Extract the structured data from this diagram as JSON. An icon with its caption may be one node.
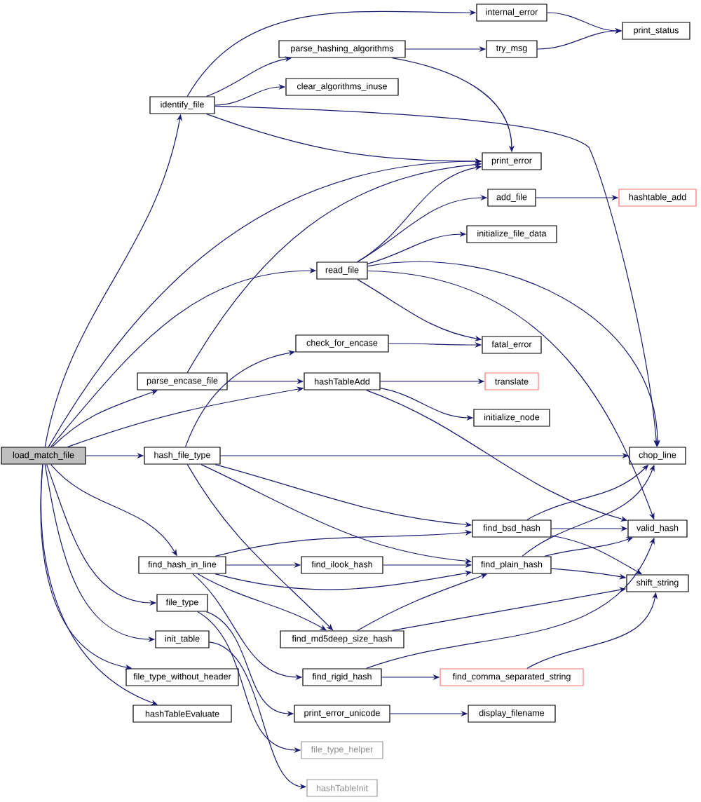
{
  "diagram": {
    "nodes": [
      {
        "text": [
          "load_match_file"
        ]
      },
      {
        "text": [
          "identify_file"
        ]
      },
      {
        "text": [
          "internal_error"
        ]
      },
      {
        "text": [
          "print_status"
        ]
      },
      {
        "text": [
          "parse_hashing_algorithms"
        ]
      },
      {
        "text": [
          "try_msg"
        ]
      },
      {
        "text": [
          "clear_algorithms_inuse"
        ]
      },
      {
        "text": [
          "print_error"
        ]
      },
      {
        "text": [
          "add_file"
        ]
      },
      {
        "text": [
          "hashtable_add"
        ]
      },
      {
        "text": [
          "initialize_file_data"
        ]
      },
      {
        "text": [
          "read_file"
        ]
      },
      {
        "text": [
          "check_for_encase"
        ]
      },
      {
        "text": [
          "fatal_error"
        ]
      },
      {
        "text": [
          "parse_encase_file"
        ]
      },
      {
        "text": [
          "hashTableAdd"
        ]
      },
      {
        "text": [
          "translate"
        ]
      },
      {
        "text": [
          "initialize_node"
        ]
      },
      {
        "text": [
          "hash_file_type"
        ]
      },
      {
        "text": [
          "chop_line"
        ]
      },
      {
        "text": [
          "find_bsd_hash"
        ]
      },
      {
        "text": [
          "valid_hash"
        ]
      },
      {
        "text": [
          "find_hash_in_line"
        ]
      },
      {
        "text": [
          "find_ilook_hash"
        ]
      },
      {
        "text": [
          "find_plain_hash"
        ]
      },
      {
        "text": [
          "shift_string"
        ]
      },
      {
        "text": [
          "file_type"
        ]
      },
      {
        "text": [
          "init_table"
        ]
      },
      {
        "text": [
          "find_md5deep_size_hash"
        ]
      },
      {
        "text": [
          "file_type_without_header"
        ]
      },
      {
        "text": [
          "find_rigid_hash"
        ]
      },
      {
        "text": [
          "find_comma_separated_string"
        ]
      },
      {
        "text": [
          "hashTableEvaluate"
        ]
      },
      {
        "text": [
          "print_error_unicode"
        ]
      },
      {
        "text": [
          "display_filename"
        ]
      },
      {
        "text": [
          "file_type_helper"
        ]
      },
      {
        "text": [
          "hashTableInit"
        ]
      }
    ],
    "edges": [
      {
        "from": 0,
        "to": 1,
        "arrow": "to"
      },
      {
        "from": 0,
        "to": 7,
        "arrow": "to"
      },
      {
        "from": 0,
        "to": 14,
        "arrow": "to"
      },
      {
        "from": 0,
        "to": 11,
        "arrow": "to"
      },
      {
        "from": 0,
        "to": 15,
        "arrow": "to"
      },
      {
        "from": 0,
        "to": 18,
        "arrow": "to"
      },
      {
        "from": 0,
        "to": 22,
        "arrow": "to"
      },
      {
        "from": 0,
        "to": 26,
        "arrow": "to"
      },
      {
        "from": 0,
        "to": 27,
        "arrow": "to"
      },
      {
        "from": 0,
        "to": 29,
        "arrow": "to"
      },
      {
        "from": 0,
        "to": 32,
        "arrow": "to"
      },
      {
        "from": 1,
        "to": 2,
        "arrow": "to"
      },
      {
        "from": 1,
        "to": 4,
        "arrow": "to"
      },
      {
        "from": 1,
        "to": 6,
        "arrow": "to"
      },
      {
        "from": 1,
        "to": 7,
        "arrow": "to"
      },
      {
        "from": 1,
        "to": 19,
        "arrow": "to"
      },
      {
        "from": 2,
        "to": 3,
        "arrow": "to"
      },
      {
        "from": 5,
        "to": 3,
        "arrow": "to"
      },
      {
        "from": 4,
        "to": 5,
        "arrow": "to"
      },
      {
        "from": 4,
        "to": 7,
        "arrow": "to"
      },
      {
        "from": 14,
        "to": 7,
        "arrow": "to"
      },
      {
        "from": 14,
        "to": 15,
        "arrow": "to"
      },
      {
        "from": 11,
        "to": 7,
        "arrow": "to"
      },
      {
        "from": 11,
        "to": 8,
        "arrow": "to"
      },
      {
        "from": 11,
        "to": 10,
        "arrow": "to"
      },
      {
        "from": 11,
        "to": 13,
        "arrow": "to"
      },
      {
        "from": 11,
        "to": 19,
        "arrow": "to"
      },
      {
        "from": 11,
        "to": 21,
        "arrow": "to"
      },
      {
        "from": 8,
        "to": 9,
        "arrow": "to"
      },
      {
        "from": 12,
        "to": 13,
        "arrow": "to"
      },
      {
        "from": 18,
        "to": 12,
        "arrow": "to"
      },
      {
        "from": 18,
        "to": 19,
        "arrow": "to"
      },
      {
        "from": 18,
        "to": 20,
        "arrow": "to"
      },
      {
        "from": 18,
        "to": 24,
        "arrow": "to"
      },
      {
        "from": 18,
        "to": 28,
        "arrow": "to"
      },
      {
        "from": 15,
        "to": 16,
        "arrow": "to"
      },
      {
        "from": 15,
        "to": 17,
        "arrow": "to"
      },
      {
        "from": 15,
        "to": 21,
        "arrow": "to"
      },
      {
        "from": 20,
        "to": 19,
        "arrow": "to"
      },
      {
        "from": 20,
        "to": 21,
        "arrow": "to"
      },
      {
        "from": 20,
        "to": 25,
        "arrow": "to"
      },
      {
        "from": 24,
        "to": 19,
        "arrow": "to"
      },
      {
        "from": 24,
        "to": 21,
        "arrow": "to"
      },
      {
        "from": 24,
        "to": 25,
        "arrow": "to"
      },
      {
        "from": 22,
        "to": 20,
        "arrow": "to"
      },
      {
        "from": 22,
        "to": 23,
        "arrow": "to"
      },
      {
        "from": 22,
        "to": 24,
        "arrow": "to"
      },
      {
        "from": 22,
        "to": 28,
        "arrow": "to"
      },
      {
        "from": 22,
        "to": 30,
        "arrow": "to"
      },
      {
        "from": 23,
        "to": 24,
        "arrow": "to"
      },
      {
        "from": 28,
        "to": 24,
        "arrow": "to"
      },
      {
        "from": 28,
        "to": 25,
        "arrow": "to"
      },
      {
        "from": 30,
        "to": 21,
        "arrow": "to"
      },
      {
        "from": 30,
        "to": 31,
        "arrow": "to"
      },
      {
        "from": 31,
        "to": 25,
        "arrow": "to"
      },
      {
        "from": 26,
        "to": 33,
        "arrow": "to"
      },
      {
        "from": 26,
        "to": 35,
        "arrow": "to"
      },
      {
        "from": 27,
        "to": 36,
        "arrow": "to"
      },
      {
        "from": 33,
        "to": 34,
        "arrow": "to"
      }
    ]
  }
}
